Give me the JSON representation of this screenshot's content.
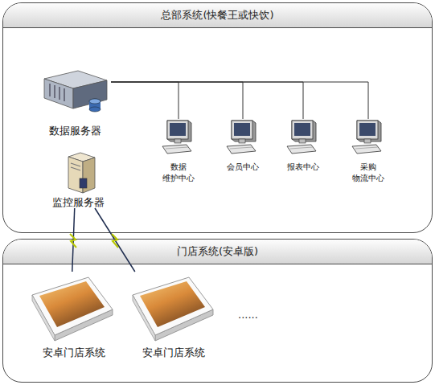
{
  "diagram": {
    "nodes": [
      {
        "text": [
          "总部系统(快餐王或快饮)"
        ]
      },
      {
        "text": [
          "数据服务器"
        ],
        "in": 0
      },
      {
        "text": [
          "监控服务器"
        ],
        "in": 0
      },
      {
        "text": [
          "数据 维护中心"
        ],
        "in": 0
      },
      {
        "text": [
          "会员中心"
        ],
        "in": 0
      },
      {
        "text": [
          "报表中心"
        ],
        "in": 0
      },
      {
        "text": [
          "采购 物流中心"
        ],
        "in": 0
      },
      {
        "text": [
          "门店系统(安卓版)"
        ]
      },
      {
        "text": [
          "安卓门店系统"
        ],
        "in": 7
      },
      {
        "text": [
          "安卓门店系统"
        ],
        "in": 7
      }
    ],
    "edges": [
      {
        "from": 1,
        "to": 3,
        "arrow": "none"
      },
      {
        "from": 1,
        "to": 4,
        "arrow": "none"
      },
      {
        "from": 1,
        "to": 5,
        "arrow": "none"
      },
      {
        "from": 1,
        "to": 6,
        "arrow": "none"
      },
      {
        "from": 2,
        "to": 8,
        "arrow": "none"
      },
      {
        "from": 2,
        "to": 9,
        "arrow": "none"
      }
    ],
    "labels": [
      "......"
    ]
  }
}
